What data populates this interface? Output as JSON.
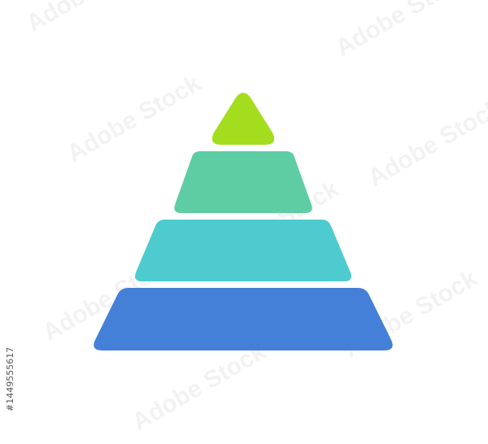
{
  "diagram": {
    "type": "pyramid",
    "layers": [
      {
        "color": "#a4dd1e"
      },
      {
        "color": "#5ecda4"
      },
      {
        "color": "#4ecbcf"
      },
      {
        "color": "#4580d8"
      }
    ]
  },
  "watermark": {
    "brand": "Adobe Stock",
    "stock_id": "#1449555617"
  }
}
